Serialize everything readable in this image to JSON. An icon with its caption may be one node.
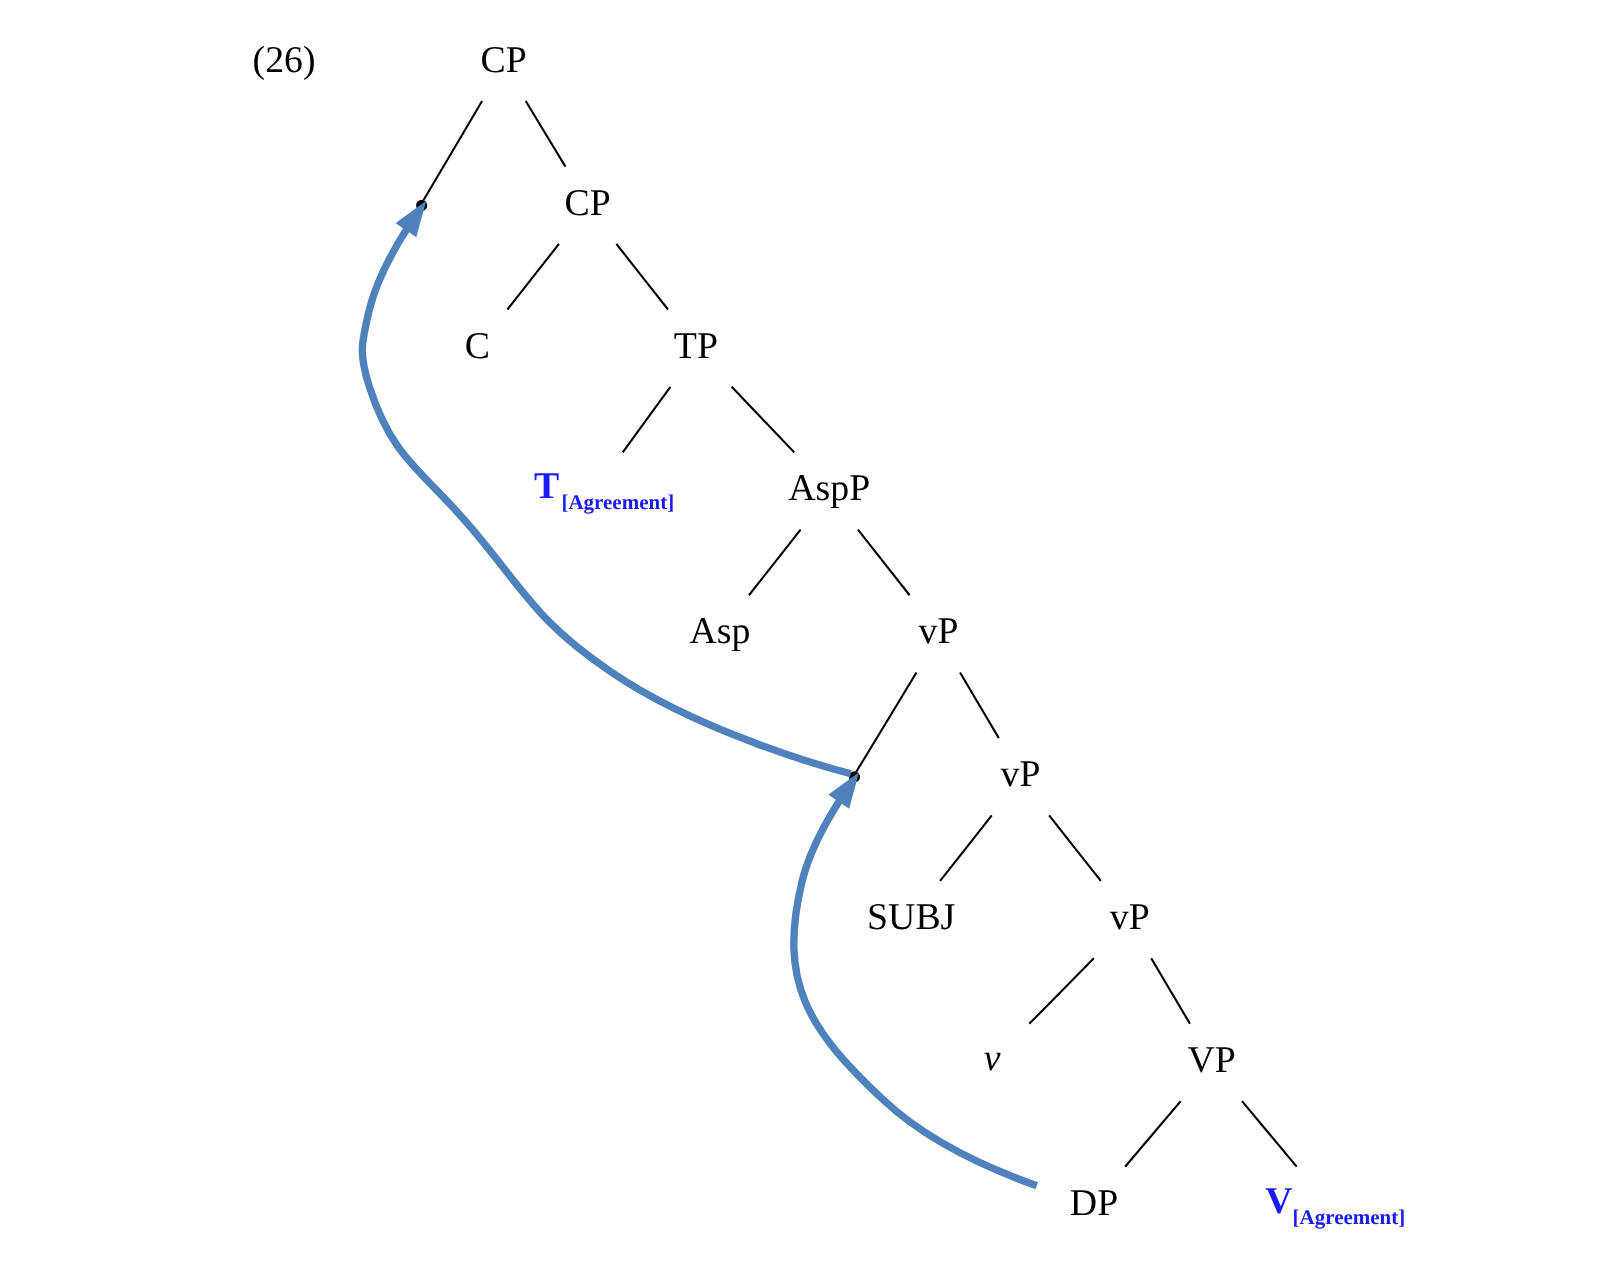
{
  "diagram": {
    "nodes": [
      {
        "text": [
          "CP"
        ]
      },
      {
        "text": [],
        "shape": "point"
      },
      {
        "text": [
          "CP"
        ]
      },
      {
        "text": [
          "C"
        ]
      },
      {
        "text": [
          "TP"
        ]
      },
      {
        "text": [
          "T$_{[Agreement]}$"
        ]
      },
      {
        "text": [
          "AspP"
        ]
      },
      {
        "text": [
          "Asp"
        ]
      },
      {
        "text": [
          "vP"
        ]
      },
      {
        "text": [],
        "shape": "point"
      },
      {
        "text": [
          "vP"
        ]
      },
      {
        "text": [
          "SUBJ"
        ]
      },
      {
        "text": [
          "vP"
        ]
      },
      {
        "text": [
          "v"
        ]
      },
      {
        "text": [
          "VP"
        ]
      },
      {
        "text": [
          "V$_{[Agreement]}$"
        ]
      },
      {
        "text": [
          "DP"
        ]
      }
    ],
    "edges": [
      {
        "from": 0,
        "to": 1,
        "arrow": "none"
      },
      {
        "from": 0,
        "to": 2,
        "arrow": "none"
      },
      {
        "from": 2,
        "to": 3,
        "arrow": "none"
      },
      {
        "from": 2,
        "to": 4,
        "arrow": "none"
      },
      {
        "from": 4,
        "to": 5,
        "arrow": "none"
      },
      {
        "from": 4,
        "to": 6,
        "arrow": "none"
      },
      {
        "from": 6,
        "to": 7,
        "arrow": "none"
      },
      {
        "from": 6,
        "to": 8,
        "arrow": "none"
      },
      {
        "from": 8,
        "to": 9,
        "arrow": "none"
      },
      {
        "from": 8,
        "to": 10,
        "arrow": "none"
      },
      {
        "from": 10,
        "to": 11,
        "arrow": "none"
      },
      {
        "from": 10,
        "to": 12,
        "arrow": "none"
      },
      {
        "from": 12,
        "to": 13,
        "arrow": "none"
      },
      {
        "from": 12,
        "to": 14,
        "arrow": "none"
      },
      {
        "from": 14,
        "to": 15,
        "arrow": "none"
      },
      {
        "from": 14,
        "to": 16,
        "arrow": "none"
      },
      {
        "from": 16,
        "to": 9,
        "arrow": "to",
        "style": "thick",
        "color": "#4f81bd"
      },
      {
        "from": 9,
        "to": 1,
        "arrow": "to",
        "style": "thick",
        "color": "#4f81bd"
      }
    ],
    "labels": [
      "(26)"
    ]
  }
}
